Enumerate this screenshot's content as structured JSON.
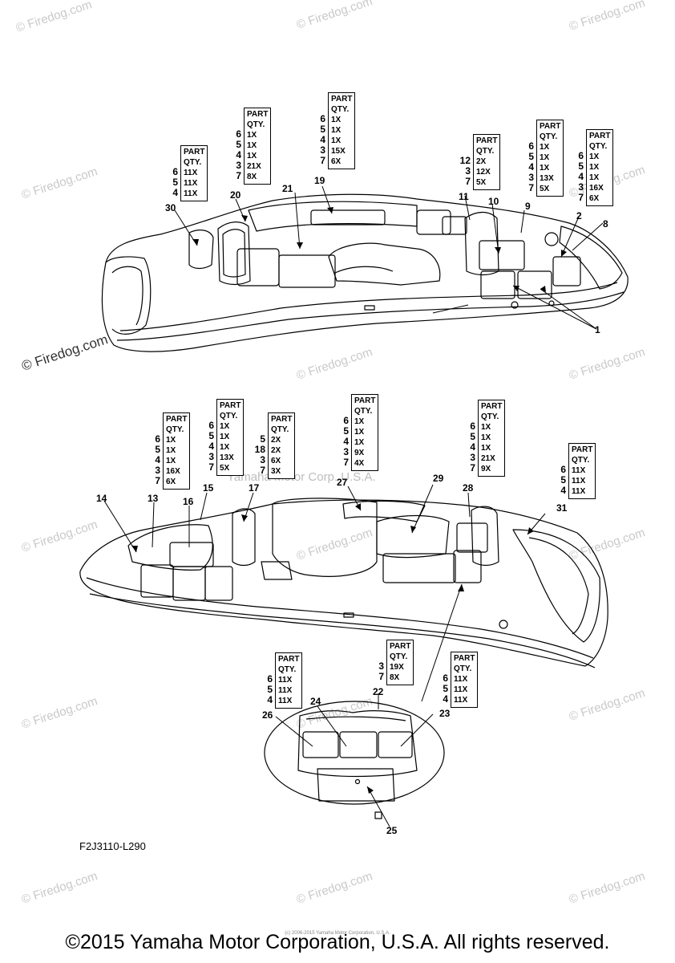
{
  "watermark": "© Firedog.com",
  "mid_watermark": "Yamaha Motor Corp. U.S.A.",
  "drawing_code": "F2J3110-L290",
  "copyright": "©2015 Yamaha Motor Corporation, U.S.A. All rights reserved.",
  "tiny_copyright": "(c) 2006-2015 Yamaha Motor Corporation, U.S.A.",
  "table_header": [
    "PART",
    "QTY."
  ],
  "qty_tables": [
    {
      "id": "t30",
      "parts": [
        "6",
        "5",
        "4"
      ],
      "qtys": [
        "11X",
        "11X",
        "11X"
      ]
    },
    {
      "id": "t20",
      "parts": [
        "6",
        "5",
        "4",
        "3",
        "7"
      ],
      "qtys": [
        "1X",
        "1X",
        "1X",
        "21X",
        "8X"
      ]
    },
    {
      "id": "t19",
      "parts": [
        "6",
        "5",
        "4",
        "3",
        "7"
      ],
      "qtys": [
        "1X",
        "1X",
        "1X",
        "15X",
        "6X"
      ]
    },
    {
      "id": "t11",
      "parts": [
        "12",
        "3",
        "7"
      ],
      "qtys": [
        "2X",
        "12X",
        "5X"
      ]
    },
    {
      "id": "t9",
      "parts": [
        "6",
        "5",
        "4",
        "3",
        "7"
      ],
      "qtys": [
        "1X",
        "1X",
        "1X",
        "13X",
        "5X"
      ]
    },
    {
      "id": "t2",
      "parts": [
        "6",
        "5",
        "4",
        "3",
        "7"
      ],
      "qtys": [
        "1X",
        "1X",
        "1X",
        "16X",
        "6X"
      ]
    },
    {
      "id": "t13",
      "parts": [
        "6",
        "5",
        "4",
        "3",
        "7"
      ],
      "qtys": [
        "1X",
        "1X",
        "1X",
        "16X",
        "6X"
      ]
    },
    {
      "id": "t15",
      "parts": [
        "6",
        "5",
        "4",
        "3",
        "7"
      ],
      "qtys": [
        "1X",
        "1X",
        "1X",
        "13X",
        "5X"
      ]
    },
    {
      "id": "t17",
      "parts": [
        "5",
        "18",
        "3",
        "7"
      ],
      "qtys": [
        "2X",
        "2X",
        "6X",
        "3X"
      ]
    },
    {
      "id": "t27",
      "parts": [
        "6",
        "5",
        "4",
        "3",
        "7"
      ],
      "qtys": [
        "1X",
        "1X",
        "1X",
        "9X",
        "4X"
      ]
    },
    {
      "id": "t28",
      "parts": [
        "6",
        "5",
        "4",
        "3",
        "7"
      ],
      "qtys": [
        "1X",
        "1X",
        "1X",
        "21X",
        "9X"
      ]
    },
    {
      "id": "t31",
      "parts": [
        "6",
        "5",
        "4"
      ],
      "qtys": [
        "11X",
        "11X",
        "11X"
      ]
    },
    {
      "id": "t26",
      "parts": [
        "6",
        "5",
        "4"
      ],
      "qtys": [
        "11X",
        "11X",
        "11X"
      ]
    },
    {
      "id": "t22",
      "parts": [
        "3",
        "7"
      ],
      "qtys": [
        "19X",
        "8X"
      ]
    },
    {
      "id": "t23",
      "parts": [
        "6",
        "5",
        "4"
      ],
      "qtys": [
        "11X",
        "11X",
        "11X"
      ]
    }
  ],
  "callouts": [
    "30",
    "20",
    "21",
    "19",
    "11",
    "10",
    "9",
    "2",
    "8",
    "1",
    "14",
    "13",
    "16",
    "15",
    "17",
    "27",
    "29",
    "28",
    "31",
    "26",
    "24",
    "22",
    "23",
    "25"
  ]
}
